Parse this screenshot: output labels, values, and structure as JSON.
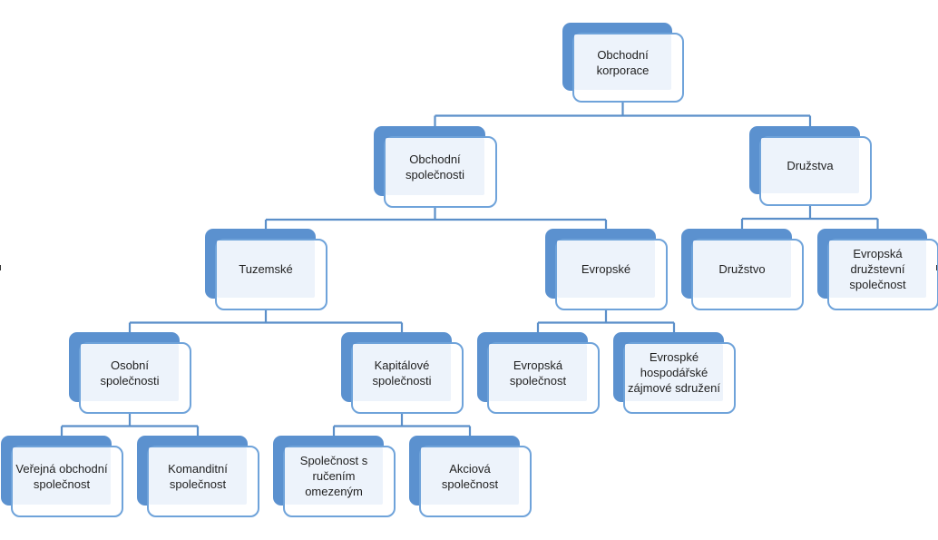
{
  "org_chart": {
    "nodes": [
      {
        "id": "obchodni-korporace",
        "label": "Obchodní\nkorporace",
        "parent": null
      },
      {
        "id": "obchodni-spolecnosti",
        "label": "Obchodní\nspolečnosti",
        "parent": "obchodni-korporace"
      },
      {
        "id": "druzstva",
        "label": "Družstva",
        "parent": "obchodni-korporace"
      },
      {
        "id": "tuzemske",
        "label": "Tuzemské",
        "parent": "obchodni-spolecnosti"
      },
      {
        "id": "evropske",
        "label": "Evropské",
        "parent": "obchodni-spolecnosti"
      },
      {
        "id": "druzstvo",
        "label": "Družstvo",
        "parent": "druzstva"
      },
      {
        "id": "evropska-druzstevni-spolecnost",
        "label": "Evropská\ndružstevní\nspolečnost",
        "parent": "druzstva"
      },
      {
        "id": "osobni-spolecnosti",
        "label": "Osobní\nspolečnosti",
        "parent": "tuzemske"
      },
      {
        "id": "kapitalove-spolecnosti",
        "label": "Kapitálové\nspolečnosti",
        "parent": "tuzemske"
      },
      {
        "id": "evropska-spolecnost",
        "label": "Evropská\nspolečnost",
        "parent": "evropske"
      },
      {
        "id": "evropske-hospodarske-zajmove-sdruzeni",
        "label": "Evrospké\nhospodářské\nzájmové sdružení",
        "parent": "evropske"
      },
      {
        "id": "verejna-obchodni-spolecnost",
        "label": "Veřejná obchodní\nspolečnost",
        "parent": "osobni-spolecnosti"
      },
      {
        "id": "komanditni-spolecnost",
        "label": "Komanditní\nspolečnost",
        "parent": "osobni-spolecnosti"
      },
      {
        "id": "spolecnost-s-rucenim-omezenym",
        "label": "Společnost s\nručením\nomezeným",
        "parent": "kapitalove-spolecnosti"
      },
      {
        "id": "akciova-spolecnost",
        "label": "Akciová\nspolečnost",
        "parent": "kapitalove-spolecnosti"
      }
    ]
  }
}
